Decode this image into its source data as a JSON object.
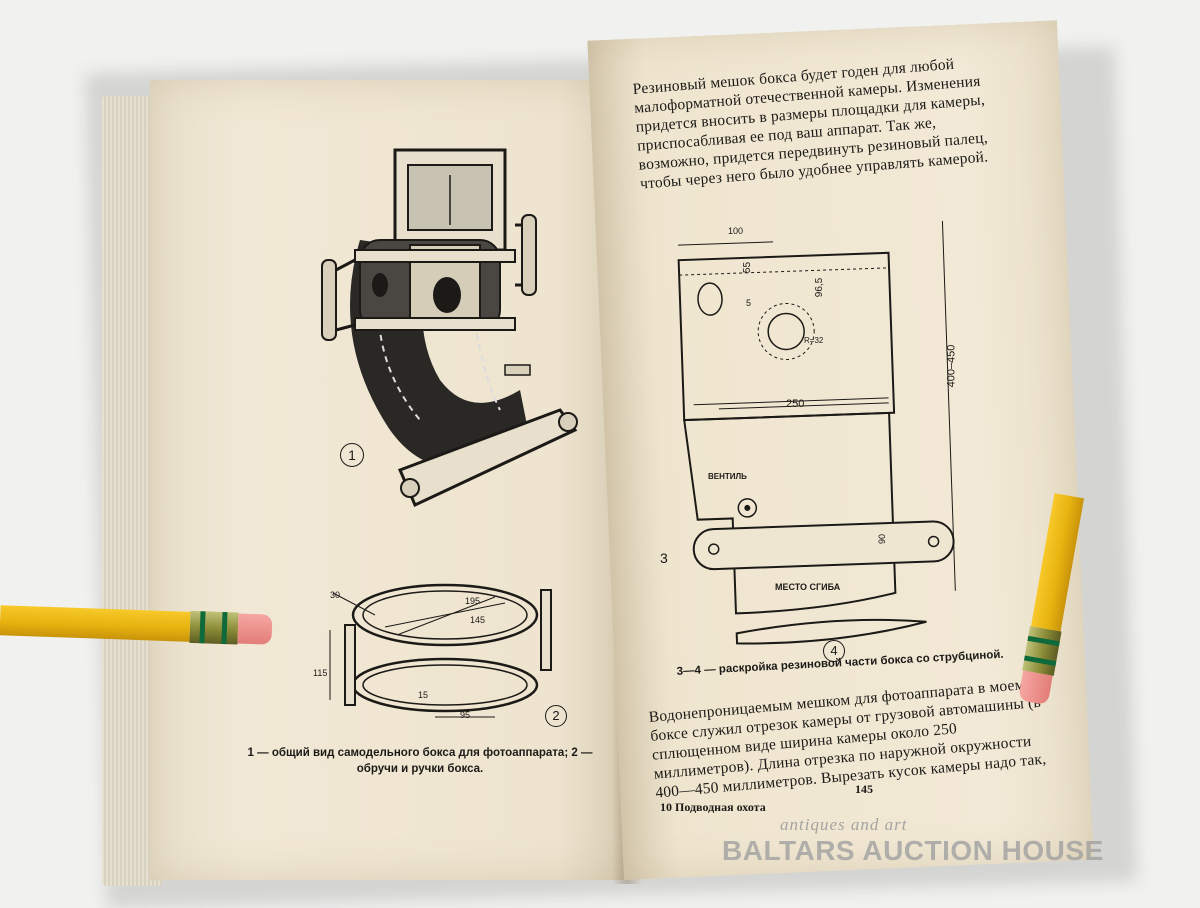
{
  "left_page": {
    "figure_1_label": "1",
    "figure_2_label": "2",
    "fig2_dims": {
      "d30": "30",
      "d195": "195",
      "d145": "145",
      "d115": "115",
      "d15": "15",
      "d95": "95"
    },
    "caption": "1 — общий вид самодельного бокса для фотоаппарата; 2 — обручи и ручки бокса."
  },
  "right_page": {
    "intro_text": "Резиновый мешок бокса будет годен для любой малоформатной отечественной камеры. Изменения придется вносить в размеры площадки для камеры, приспосабливая ее под ваш аппарат. Так же, возможно, придется передвинуть резиновый палец, чтобы через него было удобнее управлять камерой.",
    "diagram": {
      "label_3": "3",
      "label_4": "4",
      "dim_100": "100",
      "dim_55": "55",
      "dim_96_5": "96,5",
      "dim_5": "5",
      "dim_r32": "R=32",
      "dim_250": "250",
      "dim_400_450": "400–450",
      "dim_90": "90",
      "valve_label": "ВЕНТИЛЬ",
      "fold_label": "МЕСТО СГИБА"
    },
    "caption": "3—4 — раскройка резиновой части бокса со струбциной.",
    "body_text": "Водонепроницаемым мешком для фотоаппарата в моем боксе служил отрезок камеры от грузовой автомашины (в сплющенном виде ширина камеры около 250 миллиметров). Длина отрезка по наружной окружности 400—450 миллиметров. Вырезать кусок камеры надо так,",
    "footer_left": "10  Подводная охота",
    "page_number": "145"
  },
  "watermark": {
    "line1": "antiques and art",
    "line2": "BALTARS AUCTION HOUSE"
  },
  "colors": {
    "paper": "#efe6d2",
    "ink": "#1c1a17",
    "pencil_yellow": "#f2c21f",
    "eraser_pink": "#ec8c86",
    "ferrule_green": "#0e6a3a",
    "background": "#f1f1ef"
  }
}
